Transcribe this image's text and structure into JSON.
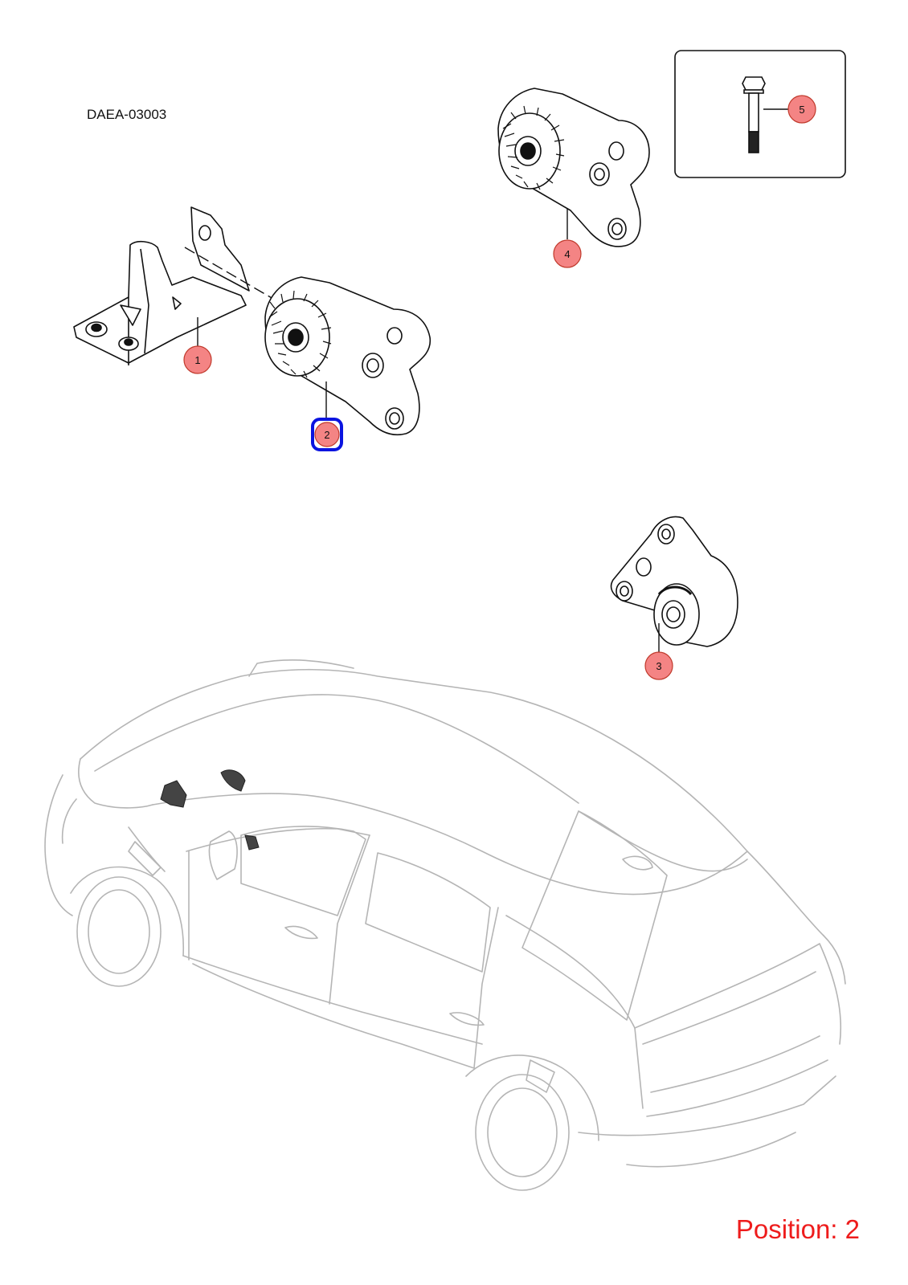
{
  "diagram": {
    "code": "DAEA-03003",
    "position_label": "Position: 2",
    "selected_callout": "2",
    "callouts": [
      {
        "id": "1",
        "label": "1"
      },
      {
        "id": "2",
        "label": "2"
      },
      {
        "id": "3",
        "label": "3"
      },
      {
        "id": "4",
        "label": "4"
      },
      {
        "id": "5",
        "label": "5"
      }
    ]
  },
  "colors": {
    "callout_fill": "#f48484",
    "callout_stroke": "#c0392b",
    "highlight": "#0a14e0",
    "position_text": "#ee1c1c",
    "line": "#111111",
    "vehicle_line": "#b5b5b5"
  }
}
